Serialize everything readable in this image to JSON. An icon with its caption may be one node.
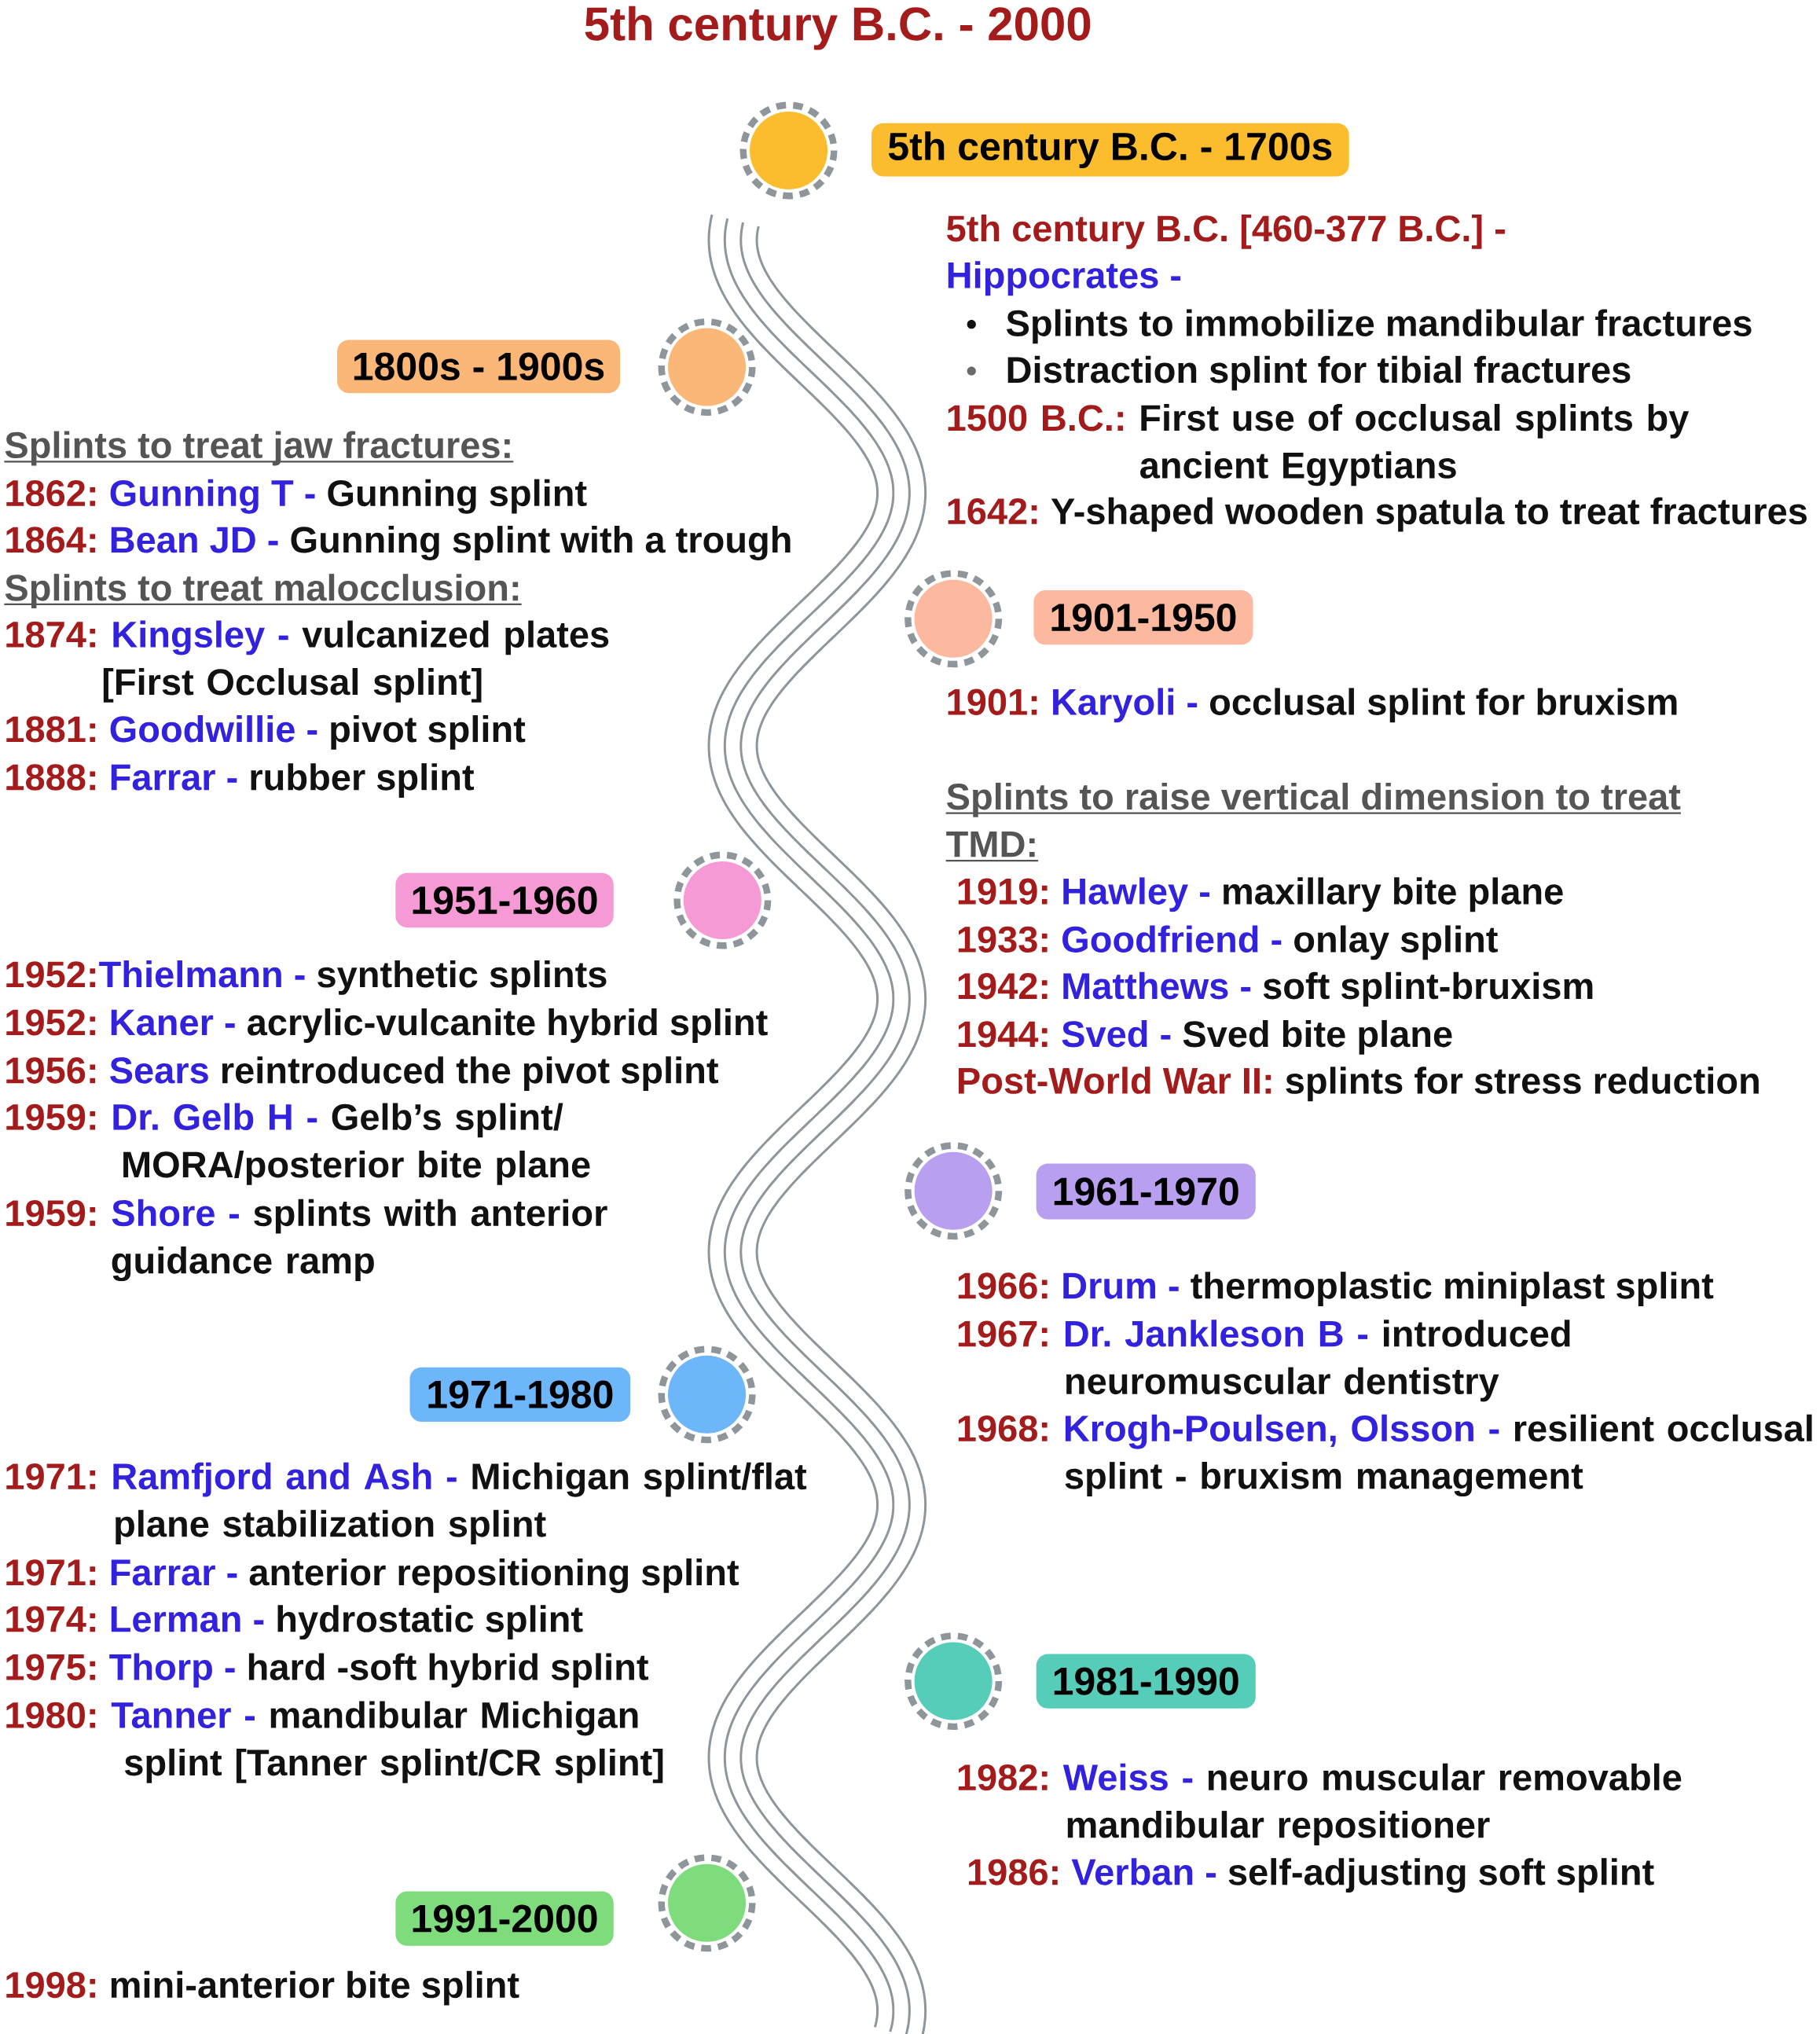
{
  "diagram": {
    "title": "5th century B.C. - 2000",
    "nodes": [
      {
        "text": [
          "5th century B.C. - 1700s"
        ],
        "beside": [
          "5th century B.C. [460-377 B.C.] -",
          "Hippocrates -",
          "Splints to immobilize mandibular fractures",
          "Distraction splint for tibial fractures",
          "1500 B.C.: First use of occlusal splints by ancient Egyptians",
          "1642: Y-shaped wooden spatula to treat fractures"
        ]
      },
      {
        "text": [
          "1800s - 1900s"
        ],
        "beside": [
          "Splints to treat jaw fractures:",
          "1862: Gunning T - Gunning splint",
          "1864: Bean JD - Gunning splint with a trough",
          "Splints to treat malocclusion:",
          "1874: Kingsley - vulcanized plates [First Occlusal splint]",
          "1881: Goodwillie - pivot splint",
          "1888: Farrar - rubber splint"
        ]
      },
      {
        "text": [
          "1901-1950"
        ],
        "beside": [
          "1901: Karyoli - occlusal splint for bruxism",
          "Splints to raise vertical dimension to treat TMD:",
          "1919: Hawley - maxillary bite plane",
          "1933: Goodfriend - onlay splint",
          "1942: Matthews - soft splint-bruxism",
          "1944: Sved - Sved bite plane",
          "Post-World War II: splints for stress reduction"
        ]
      },
      {
        "text": [
          "1951-1960"
        ],
        "beside": [
          "1952:Thielmann - synthetic splints",
          "1952: Kaner - acrylic-vulcanite hybrid splint",
          "1956: Sears reintroduced the pivot splint",
          "1959: Dr. Gelb H - Gelb’s splint/ MORA/posterior bite plane",
          "1959: Shore - splints with anterior guidance ramp"
        ]
      },
      {
        "text": [
          "1961-1970"
        ],
        "beside": [
          "1966: Drum - thermoplastic miniplast splint",
          "1967: Dr. Jankleson B - introduced neuromuscular dentistry",
          "1968: Krogh-Poulsen, Olsson - resilient occlusal splint - bruxism management"
        ]
      },
      {
        "text": [
          "1971-1980"
        ],
        "beside": [
          "1971: Ramfjord and Ash - Michigan splint/flat plane stabilization splint",
          "1971: Farrar - anterior repositioning splint",
          "1974: Lerman - hydrostatic splint",
          "1975: Thorp - hard -soft hybrid splint",
          "1980: Tanner - mandibular Michigan splint [Tanner splint/CR splint]"
        ]
      },
      {
        "text": [
          "1981-1990"
        ],
        "beside": [
          "1982: Weiss - neuro muscular removable mandibular repositioner",
          "1986: Verban - self-adjusting soft splint"
        ]
      },
      {
        "text": [
          "1991-2000"
        ],
        "beside": [
          "1998: mini-anterior bite splint"
        ]
      }
    ]
  }
}
